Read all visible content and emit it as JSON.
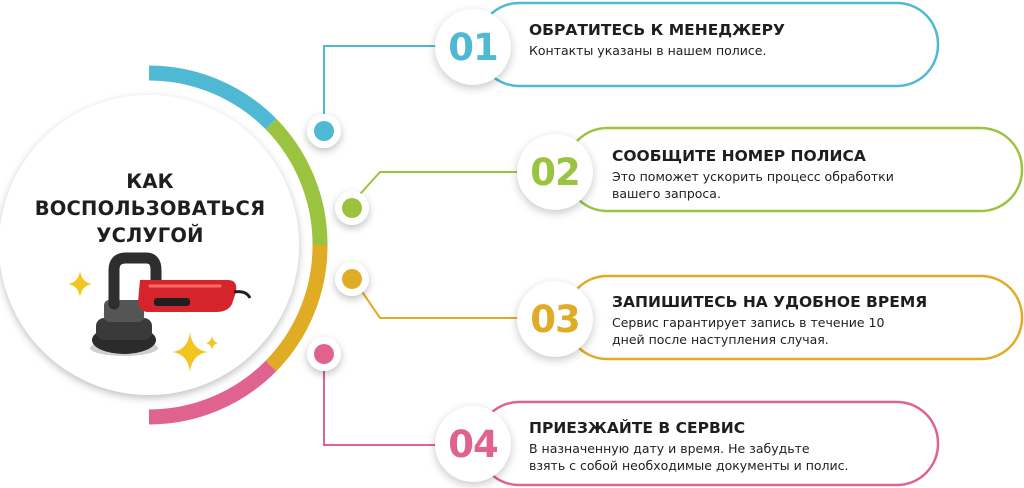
{
  "hub": {
    "title_lines": [
      "КАК",
      "ВОСПОЛЬЗОВАТЬСЯ",
      "УСЛУГОЙ"
    ],
    "icon": "polisher-machine-icon"
  },
  "colors": {
    "step1": "#4fb9d3",
    "step2": "#9ac43f",
    "step3": "#e0ab25",
    "step4": "#e0628f",
    "sparkle": "#f3c520"
  },
  "steps": [
    {
      "number": "01",
      "title": "ОБРАТИТЕСЬ К МЕНЕДЖЕРУ",
      "desc_lines": [
        "Контакты указаны в нашем полисе."
      ]
    },
    {
      "number": "02",
      "title": "СООБЩИТЕ НОМЕР ПОЛИСА",
      "desc_lines": [
        "Это поможет ускорить процесс обработки",
        "вашего запроса."
      ]
    },
    {
      "number": "03",
      "title": "ЗАПИШИТЕСЬ НА УДОБНОЕ ВРЕМЯ",
      "desc_lines": [
        "Сервис гарантирует запись в течение 10",
        "дней после наступления случая."
      ]
    },
    {
      "number": "04",
      "title": "ПРИЕЗЖАЙТЕ В СЕРВИС",
      "desc_lines": [
        "В назначенную дату и время. Не забудьте",
        "взять с собой необходимые документы и полис."
      ]
    }
  ]
}
